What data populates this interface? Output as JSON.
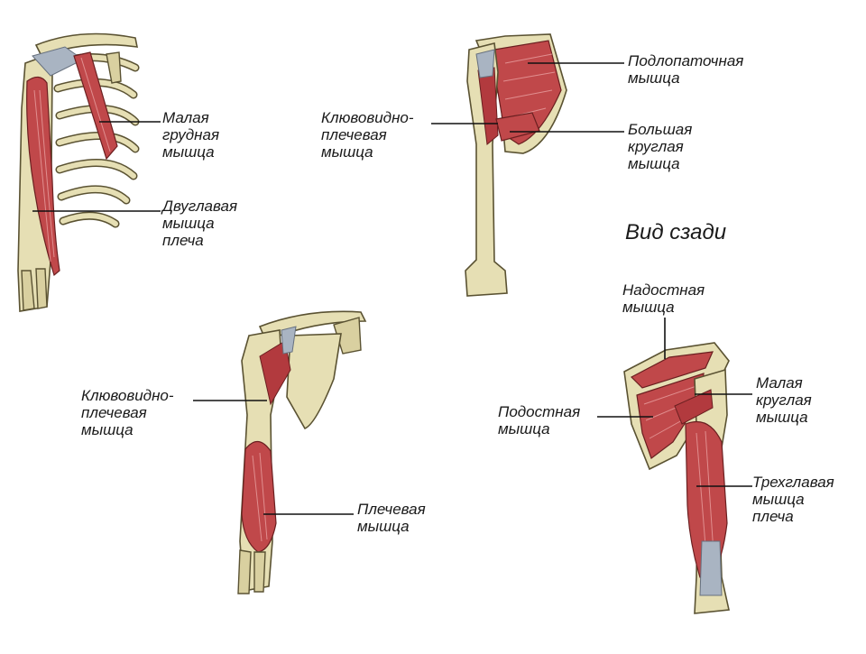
{
  "labels": {
    "pectoralis_minor": "Малая\nгрудная\nмышца",
    "biceps": "Двуглавая\nмышца\nплеча",
    "coracobrachialis_top": "Клювовидно-\nплечевая\nмышца",
    "subscapularis": "Подлопаточная\nмышца",
    "teres_major": "Большая\nкруглая\nмышца",
    "view_back": "Вид сзади",
    "coracobrachialis_bottom": "Клювовидно-\nплечевая\nмышца",
    "brachialis": "Плечевая\nмышца",
    "supraspinatus": "Надостная\nмышца",
    "infraspinatus": "Подостная\nмышца",
    "teres_minor": "Малая\nкруглая\nмышца",
    "triceps": "Трехглавая\nмышца\nплеча"
  },
  "colors": {
    "bone": "#e6dfb4",
    "muscle": "#c0484a",
    "tendon": "#a9b4c2",
    "leader": "#111111"
  }
}
